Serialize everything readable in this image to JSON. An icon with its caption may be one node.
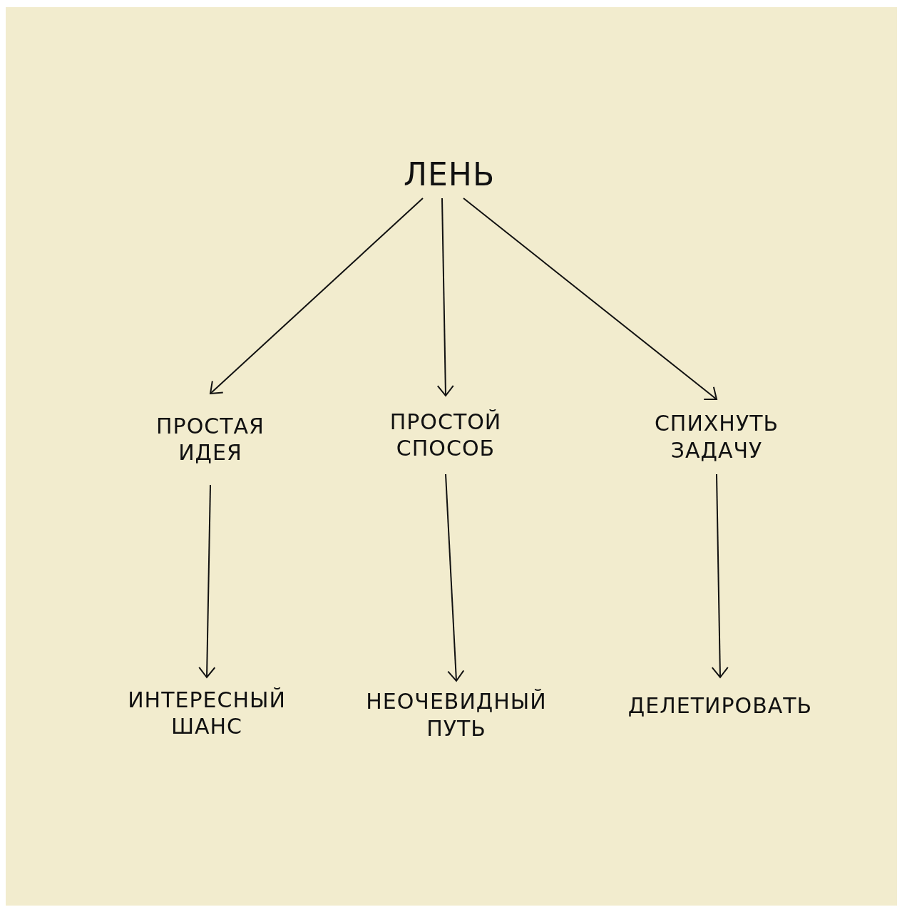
{
  "diagram": {
    "nodes": [
      {
        "text": [
          "ЛЕНЬ"
        ]
      },
      {
        "text": [
          "ПРОСТАЯ ИДЕЯ"
        ]
      },
      {
        "text": [
          "ПРОСТОЙ СПОСОБ"
        ]
      },
      {
        "text": [
          "СПИХНУТЬ ЗАДАЧУ"
        ]
      },
      {
        "text": [
          "ИНТЕРЕСНЫЙ ШАНС"
        ]
      },
      {
        "text": [
          "НЕОЧЕВИДНЫЙ ПУТЬ"
        ]
      },
      {
        "text": [
          "ДЕЛЕТИРОВАТЬ"
        ]
      }
    ],
    "edges": [
      {
        "from": 0,
        "to": 1,
        "arrow": "to"
      },
      {
        "from": 0,
        "to": 2,
        "arrow": "to"
      },
      {
        "from": 0,
        "to": 3,
        "arrow": "to"
      },
      {
        "from": 1,
        "to": 4,
        "arrow": "to"
      },
      {
        "from": 2,
        "to": 5,
        "arrow": "to"
      },
      {
        "from": 3,
        "to": 6,
        "arrow": "to"
      }
    ]
  }
}
